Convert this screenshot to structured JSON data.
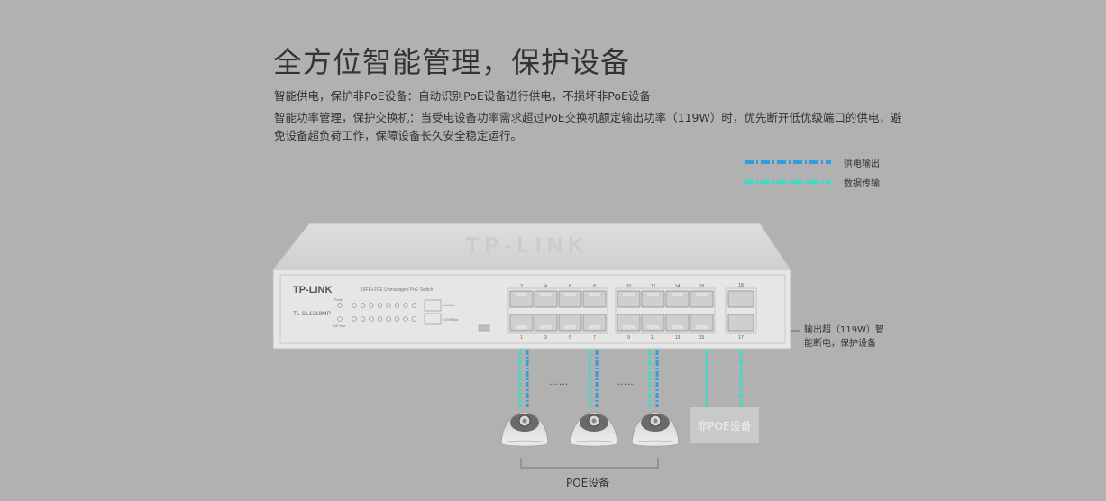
{
  "heading": {
    "title": "全方位智能管理，保护设备"
  },
  "features": [
    {
      "text": "智能供电，保护非PoE设备：自动识别PoE设备进行供电，不损坏非PoE设备"
    },
    {
      "text": "智能功率管理，保护交换机：当受电设备功率需求超过PoE交换机额定输出功率（119W）时，优先断开低优级端口的供电，避免设备超负荷工作，保障设备长久安全稳定运行。"
    }
  ],
  "legend": {
    "power_label": "供电输出",
    "data_label": "数据传输",
    "power_color": "#2f9de0",
    "data_color": "#33e0c9"
  },
  "switch": {
    "brand": "TP-LINK",
    "top_logo": "TP-LINK",
    "model": "TL-SL1218MP",
    "description": "16FE+2GE Unmanaged PoE Switch",
    "led_labels": {
      "power": "Power",
      "poe_max": "PoE Max",
      "link_act": "Link/Act",
      "speed": "1000Mbps"
    },
    "port_top_numbers": [
      "2",
      "4",
      "6",
      "8",
      "10",
      "12",
      "14",
      "16",
      "18"
    ],
    "port_bottom_numbers": [
      "1",
      "3",
      "5",
      "7",
      "9",
      "11",
      "13",
      "15",
      "17"
    ],
    "note": "输出超（119W）智能断电，保护设备"
  },
  "devices": {
    "ellipsis": "……",
    "non_poe_label": "非POE设备",
    "poe_group_label": "POE设备"
  }
}
